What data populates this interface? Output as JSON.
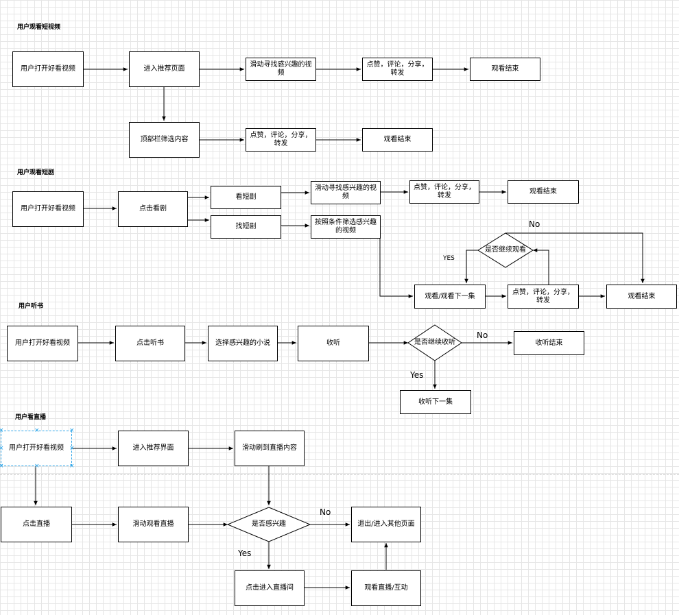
{
  "sections": {
    "short_video": "用户观看短视频",
    "short_drama": "用户观看短剧",
    "audiobook": "用户听书",
    "live": "用户看直播"
  },
  "nodes": {
    "sv_open": "用户打开好看视频",
    "sv_recommend": "进入推荐页面",
    "sv_swipe": "滑动寻找感兴趣的视频",
    "sv_like1": "点赞，评论，分享，转发",
    "sv_end1": "观看结束",
    "sv_topbar": "顶部栏筛选内容",
    "sv_like2": "点赞，评论，分享，转发",
    "sv_end2": "观看结束",
    "sd_open": "用户打开好看视频",
    "sd_click": "点击看剧",
    "sd_watch": "看短剧",
    "sd_find": "找短剧",
    "sd_swipe": "滑动寻找感兴趣的视频",
    "sd_filter": "按照条件筛选感兴趣的视频",
    "sd_like1": "点赞，评论，分享，转发",
    "sd_end1": "观看结束",
    "sd_continue": "是否继续观看",
    "sd_next": "观看/观看下一集",
    "sd_like2": "点赞，评论，分享，转发",
    "sd_end2": "观看结束",
    "ab_open": "用户打开好看视频",
    "ab_click": "点击听书",
    "ab_choose": "选择感兴趣的小说",
    "ab_listen": "收听",
    "ab_continue": "是否继续收听",
    "ab_end": "收听结束",
    "ab_next": "收听下一集",
    "lv_open": "用户打开好看视频",
    "lv_recommend": "进入推荐界面",
    "lv_swipe": "滑动刷到直播内容",
    "lv_click": "点击直播",
    "lv_watch": "滑动观看直播",
    "lv_interest": "是否感兴趣",
    "lv_exit": "退出/进入其他页面",
    "lv_enter": "点击进入直播间",
    "lv_interact": "观看直播/互动"
  },
  "edge_labels": {
    "sd_no": "No",
    "sd_yes": "YES",
    "ab_no": "No",
    "ab_yes": "Yes",
    "lv_no": "No",
    "lv_yes": "Yes"
  }
}
